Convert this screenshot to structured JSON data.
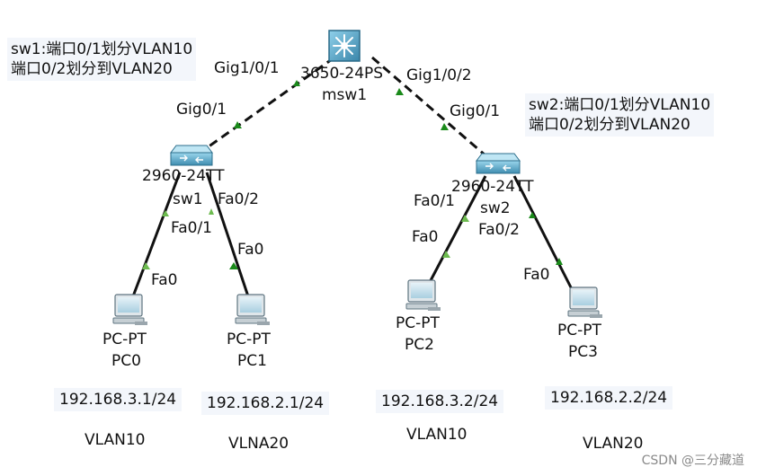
{
  "notes": {
    "sw1": [
      "sw1:端口0/1划分VLAN10",
      "端口0/2划分到VLAN20"
    ],
    "sw2": [
      "sw2:端口0/1划分VLAN10",
      "端口0/2划分到VLAN20"
    ]
  },
  "devices": {
    "msw1": {
      "model": "3650-24PS",
      "name": "msw1"
    },
    "sw1": {
      "model": "2960-24TT",
      "name": "sw1"
    },
    "sw2": {
      "model": "2960-24TT",
      "name": "sw2"
    },
    "pc0": {
      "type": "PC-PT",
      "name": "PC0",
      "ip": "192.168.3.1/24",
      "vlan": "VLAN10"
    },
    "pc1": {
      "type": "PC-PT",
      "name": "PC1",
      "ip": "192.168.2.1/24",
      "vlan": "VLNA20"
    },
    "pc2": {
      "type": "PC-PT",
      "name": "PC2",
      "ip": "192.168.3.2/24",
      "vlan": "VLAN10"
    },
    "pc3": {
      "type": "PC-PT",
      "name": "PC3",
      "ip": "192.168.2.2/24",
      "vlan": "VLAN20"
    }
  },
  "ports": {
    "msw1_left": "Gig1/0/1",
    "msw1_right": "Gig1/0/2",
    "sw1_up": "Gig0/1",
    "sw2_up": "Gig0/1",
    "sw1_fa01": "Fa0/1",
    "sw1_fa02": "Fa0/2",
    "sw2_fa01": "Fa0/1",
    "sw2_fa02": "Fa0/2",
    "pc0_fa0": "Fa0",
    "pc1_fa0": "Fa0",
    "pc2_fa0": "Fa0",
    "pc3_fa0": "Fa0"
  },
  "watermark": "CSDN @三分藏道",
  "colors": {
    "link_up": "#1a8a1a",
    "link_light": "#6dbb4f",
    "switch_body": "#5aa8c8",
    "text": "#111111"
  },
  "icons": {
    "msw1": "multilayer-switch-icon",
    "sw": "switch-icon",
    "pc": "pc-icon"
  }
}
